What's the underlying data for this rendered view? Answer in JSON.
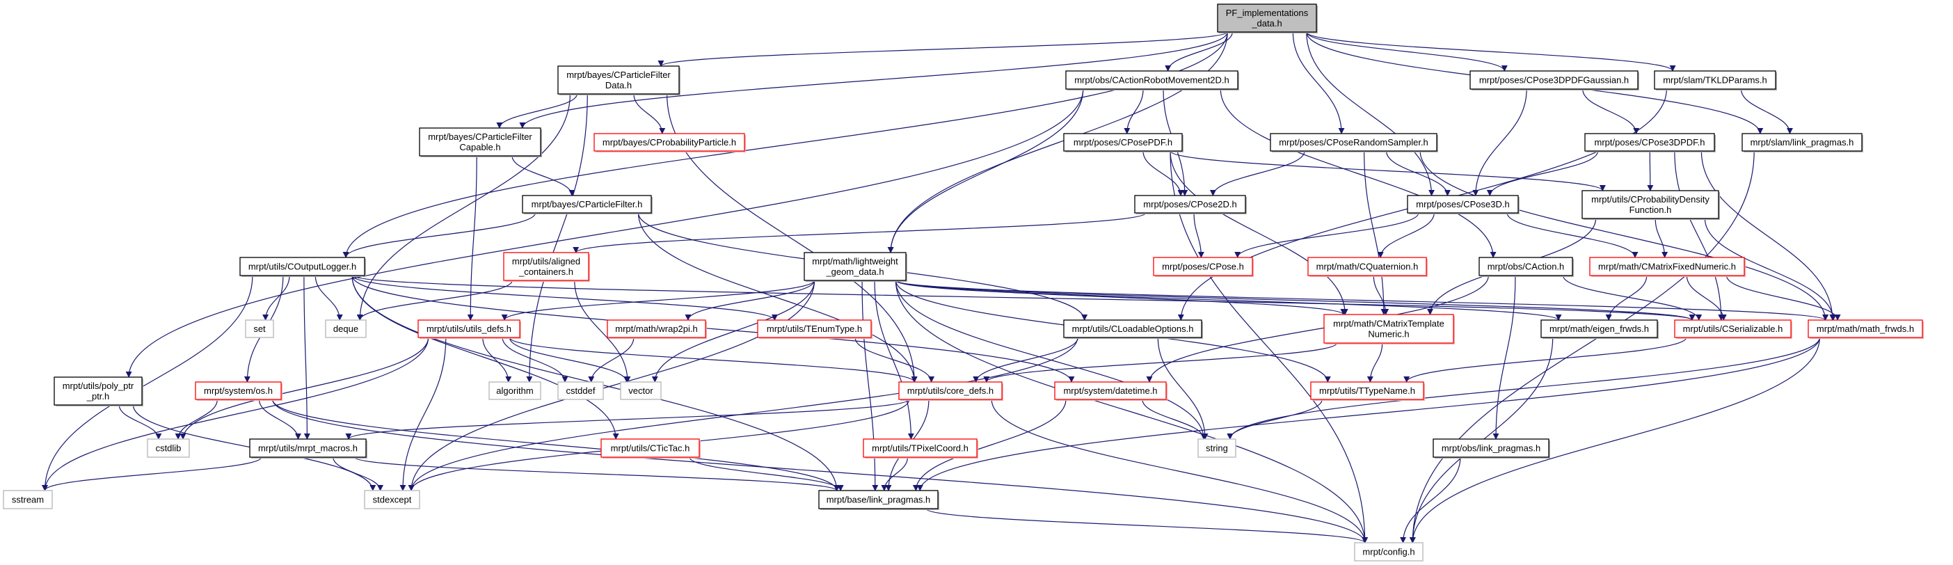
{
  "title": "PF_implementations_data.h include dependency graph",
  "colors": {
    "edge": "#191970",
    "root_fill": "#bfbfbf",
    "red_border": "#ff0000",
    "gray_border": "#bfbfbf",
    "black_border": "#000000"
  },
  "nodes": [
    {
      "id": "root",
      "lines": [
        "PF_implementations",
        "_data.h"
      ],
      "kind": "root"
    },
    {
      "id": "pfdata",
      "lines": [
        "mrpt/bayes/CParticleFilter",
        "Data.h"
      ],
      "kind": "black"
    },
    {
      "id": "pfcap",
      "lines": [
        "mrpt/bayes/CParticleFilter",
        "Capable.h"
      ],
      "kind": "black"
    },
    {
      "id": "probpart",
      "lines": [
        "mrpt/bayes/CProbabilityParticle.h"
      ],
      "kind": "red"
    },
    {
      "id": "pf",
      "lines": [
        "mrpt/bayes/CParticleFilter.h"
      ],
      "kind": "black"
    },
    {
      "id": "outlog",
      "lines": [
        "mrpt/utils/COutputLogger.h"
      ],
      "kind": "black"
    },
    {
      "id": "aligned",
      "lines": [
        "mrpt/utils/aligned",
        "_containers.h"
      ],
      "kind": "red"
    },
    {
      "id": "arm2d",
      "lines": [
        "mrpt/obs/CActionRobotMovement2D.h"
      ],
      "kind": "black"
    },
    {
      "id": "posepdf",
      "lines": [
        "mrpt/poses/CPosePDF.h"
      ],
      "kind": "black"
    },
    {
      "id": "randsamp",
      "lines": [
        "mrpt/poses/CPoseRandomSampler.h"
      ],
      "kind": "black"
    },
    {
      "id": "pose2d",
      "lines": [
        "mrpt/poses/CPose2D.h"
      ],
      "kind": "black"
    },
    {
      "id": "lwgeom",
      "lines": [
        "mrpt/math/lightweight",
        "_geom_data.h"
      ],
      "kind": "black"
    },
    {
      "id": "pose",
      "lines": [
        "mrpt/poses/CPose.h"
      ],
      "kind": "red"
    },
    {
      "id": "quat",
      "lines": [
        "mrpt/math/CQuaternion.h"
      ],
      "kind": "red"
    },
    {
      "id": "p3dgauss",
      "lines": [
        "mrpt/poses/CPose3DPDFGaussian.h"
      ],
      "kind": "black"
    },
    {
      "id": "tkld",
      "lines": [
        "mrpt/slam/TKLDParams.h"
      ],
      "kind": "black"
    },
    {
      "id": "p3dpdf",
      "lines": [
        "mrpt/poses/CPose3DPDF.h"
      ],
      "kind": "black"
    },
    {
      "id": "slamlp",
      "lines": [
        "mrpt/slam/link_pragmas.h"
      ],
      "kind": "black"
    },
    {
      "id": "pose3d",
      "lines": [
        "mrpt/poses/CPose3D.h"
      ],
      "kind": "black"
    },
    {
      "id": "probdens",
      "lines": [
        "mrpt/utils/CProbabilityDensity",
        "Function.h"
      ],
      "kind": "black"
    },
    {
      "id": "caction",
      "lines": [
        "mrpt/obs/CAction.h"
      ],
      "kind": "black"
    },
    {
      "id": "matfixed",
      "lines": [
        "mrpt/math/CMatrixFixedNumeric.h"
      ],
      "kind": "red"
    },
    {
      "id": "set",
      "lines": [
        "set"
      ],
      "kind": "gray"
    },
    {
      "id": "deque",
      "lines": [
        "deque"
      ],
      "kind": "gray"
    },
    {
      "id": "utilsdefs",
      "lines": [
        "mrpt/utils/utils_defs.h"
      ],
      "kind": "red"
    },
    {
      "id": "wrap2pi",
      "lines": [
        "mrpt/math/wrap2pi.h"
      ],
      "kind": "red"
    },
    {
      "id": "tenum",
      "lines": [
        "mrpt/utils/TEnumType.h"
      ],
      "kind": "red"
    },
    {
      "id": "loadopt",
      "lines": [
        "mrpt/utils/CLoadableOptions.h"
      ],
      "kind": "black"
    },
    {
      "id": "mattpl",
      "lines": [
        "mrpt/math/CMatrixTemplate",
        "Numeric.h"
      ],
      "kind": "red"
    },
    {
      "id": "eigen",
      "lines": [
        "mrpt/math/eigen_frwds.h"
      ],
      "kind": "black"
    },
    {
      "id": "serial",
      "lines": [
        "mrpt/utils/CSerializable.h"
      ],
      "kind": "red"
    },
    {
      "id": "mathfw",
      "lines": [
        "mrpt/math/math_frwds.h"
      ],
      "kind": "red"
    },
    {
      "id": "poly",
      "lines": [
        "mrpt/utils/poly_ptr",
        "_ptr.h"
      ],
      "kind": "black"
    },
    {
      "id": "os",
      "lines": [
        "mrpt/system/os.h"
      ],
      "kind": "red"
    },
    {
      "id": "algorithm",
      "lines": [
        "algorithm"
      ],
      "kind": "gray"
    },
    {
      "id": "cstddef",
      "lines": [
        "cstddef"
      ],
      "kind": "gray"
    },
    {
      "id": "vector",
      "lines": [
        "vector"
      ],
      "kind": "gray"
    },
    {
      "id": "coredefs",
      "lines": [
        "mrpt/utils/core_defs.h"
      ],
      "kind": "red"
    },
    {
      "id": "datetime",
      "lines": [
        "mrpt/system/datetime.h"
      ],
      "kind": "red"
    },
    {
      "id": "ttype",
      "lines": [
        "mrpt/utils/TTypeName.h"
      ],
      "kind": "red"
    },
    {
      "id": "cstdlib",
      "lines": [
        "cstdlib"
      ],
      "kind": "gray"
    },
    {
      "id": "macros",
      "lines": [
        "mrpt/utils/mrpt_macros.h"
      ],
      "kind": "black"
    },
    {
      "id": "tictac",
      "lines": [
        "mrpt/utils/CTicTac.h"
      ],
      "kind": "red"
    },
    {
      "id": "pixel",
      "lines": [
        "mrpt/utils/TPixelCoord.h"
      ],
      "kind": "red"
    },
    {
      "id": "string",
      "lines": [
        "string"
      ],
      "kind": "gray"
    },
    {
      "id": "obslp",
      "lines": [
        "mrpt/obs/link_pragmas.h"
      ],
      "kind": "black"
    },
    {
      "id": "sstream",
      "lines": [
        "sstream"
      ],
      "kind": "gray"
    },
    {
      "id": "stdexcept",
      "lines": [
        "stdexcept"
      ],
      "kind": "gray"
    },
    {
      "id": "baselp",
      "lines": [
        "mrpt/base/link_pragmas.h"
      ],
      "kind": "black"
    },
    {
      "id": "config",
      "lines": [
        "mrpt/config.h"
      ],
      "kind": "gray"
    }
  ],
  "edges": [
    [
      "root",
      "pfdata"
    ],
    [
      "root",
      "pfcap"
    ],
    [
      "root",
      "outlog"
    ],
    [
      "root",
      "lwgeom"
    ],
    [
      "root",
      "arm2d"
    ],
    [
      "root",
      "randsamp"
    ],
    [
      "root",
      "pose3d"
    ],
    [
      "root",
      "p3dgauss"
    ],
    [
      "root",
      "tkld"
    ],
    [
      "root",
      "slamlp"
    ],
    [
      "pfdata",
      "pfcap"
    ],
    [
      "pfdata",
      "probpart"
    ],
    [
      "pfdata",
      "deque"
    ],
    [
      "pfdata",
      "algorithm"
    ],
    [
      "pfdata",
      "coredefs"
    ],
    [
      "pfcap",
      "pf"
    ],
    [
      "pfcap",
      "utilsdefs"
    ],
    [
      "pf",
      "outlog"
    ],
    [
      "pf",
      "coredefs"
    ],
    [
      "pf",
      "loadopt"
    ],
    [
      "outlog",
      "set"
    ],
    [
      "outlog",
      "deque"
    ],
    [
      "outlog",
      "sstream"
    ],
    [
      "outlog",
      "os"
    ],
    [
      "outlog",
      "macros"
    ],
    [
      "outlog",
      "tictac"
    ],
    [
      "outlog",
      "baselp"
    ],
    [
      "outlog",
      "tenum"
    ],
    [
      "outlog",
      "datetime"
    ],
    [
      "outlog",
      "serial"
    ],
    [
      "aligned",
      "deque"
    ],
    [
      "aligned",
      "vector"
    ],
    [
      "lwgeom",
      "utilsdefs"
    ],
    [
      "lwgeom",
      "wrap2pi"
    ],
    [
      "lwgeom",
      "vector"
    ],
    [
      "lwgeom",
      "pixel"
    ],
    [
      "lwgeom",
      "baselp"
    ],
    [
      "lwgeom",
      "stdexcept"
    ],
    [
      "lwgeom",
      "string"
    ],
    [
      "lwgeom",
      "config"
    ],
    [
      "lwgeom",
      "mathfw"
    ],
    [
      "lwgeom",
      "ttype"
    ],
    [
      "lwgeom",
      "serial"
    ],
    [
      "lwgeom",
      "eigen"
    ],
    [
      "lwgeom",
      "mattpl"
    ],
    [
      "arm2d",
      "poly"
    ],
    [
      "arm2d",
      "lwgeom"
    ],
    [
      "arm2d",
      "posepdf"
    ],
    [
      "arm2d",
      "pose2d"
    ],
    [
      "arm2d",
      "caction"
    ],
    [
      "posepdf",
      "pose2d"
    ],
    [
      "posepdf",
      "probdens"
    ],
    [
      "posepdf",
      "mattpl"
    ],
    [
      "posepdf",
      "config"
    ],
    [
      "randsamp",
      "pose2d"
    ],
    [
      "randsamp",
      "pose3d"
    ],
    [
      "randsamp",
      "mattpl"
    ],
    [
      "randsamp",
      "mathfw"
    ],
    [
      "p3dgauss",
      "pose3d"
    ],
    [
      "p3dgauss",
      "p3dpdf"
    ],
    [
      "tkld",
      "slamlp"
    ],
    [
      "tkld",
      "loadopt"
    ],
    [
      "p3dpdf",
      "pose3d"
    ],
    [
      "p3dpdf",
      "probdens"
    ],
    [
      "p3dpdf",
      "serial"
    ],
    [
      "p3dpdf",
      "mathfw"
    ],
    [
      "slamlp",
      "config"
    ],
    [
      "pose2d",
      "pose"
    ],
    [
      "pose2d",
      "aligned"
    ],
    [
      "pose3d",
      "pose"
    ],
    [
      "pose3d",
      "quat"
    ],
    [
      "pose3d",
      "matfixed"
    ],
    [
      "probdens",
      "matfixed"
    ],
    [
      "probdens",
      "mathfw"
    ],
    [
      "probdens",
      "mattpl"
    ],
    [
      "caction",
      "serial"
    ],
    [
      "caction",
      "obslp"
    ],
    [
      "caction",
      "datetime"
    ],
    [
      "matfixed",
      "eigen"
    ],
    [
      "matfixed",
      "serial"
    ],
    [
      "matfixed",
      "mathfw"
    ],
    [
      "quat",
      "mattpl"
    ],
    [
      "utilsdefs",
      "sstream"
    ],
    [
      "utilsdefs",
      "cstdlib"
    ],
    [
      "utilsdefs",
      "algorithm"
    ],
    [
      "utilsdefs",
      "cstddef"
    ],
    [
      "utilsdefs",
      "vector"
    ],
    [
      "utilsdefs",
      "stdexcept"
    ],
    [
      "utilsdefs",
      "coredefs"
    ],
    [
      "wrap2pi",
      "cstddef"
    ],
    [
      "tenum",
      "coredefs"
    ],
    [
      "os",
      "cstdlib"
    ],
    [
      "os",
      "macros"
    ],
    [
      "os",
      "baselp"
    ],
    [
      "os",
      "config"
    ],
    [
      "poly",
      "cstdlib"
    ],
    [
      "poly",
      "stdexcept"
    ],
    [
      "macros",
      "sstream"
    ],
    [
      "macros",
      "stdexcept"
    ],
    [
      "macros",
      "baselp"
    ],
    [
      "tictac",
      "baselp"
    ],
    [
      "loadopt",
      "coredefs"
    ],
    [
      "loadopt",
      "string"
    ],
    [
      "loadopt",
      "stdexcept"
    ],
    [
      "mattpl",
      "coredefs"
    ],
    [
      "mattpl",
      "ttype"
    ],
    [
      "coredefs",
      "macros"
    ],
    [
      "coredefs",
      "stdexcept"
    ],
    [
      "coredefs",
      "baselp"
    ],
    [
      "coredefs",
      "config"
    ],
    [
      "datetime",
      "string"
    ],
    [
      "datetime",
      "baselp"
    ],
    [
      "ttype",
      "string"
    ],
    [
      "pixel",
      "baselp"
    ],
    [
      "baselp",
      "config"
    ],
    [
      "serial",
      "ttype"
    ],
    [
      "mathfw",
      "string"
    ],
    [
      "mathfw",
      "baselp"
    ],
    [
      "mathfw",
      "config"
    ],
    [
      "eigen",
      "config"
    ],
    [
      "obslp",
      "config"
    ]
  ]
}
